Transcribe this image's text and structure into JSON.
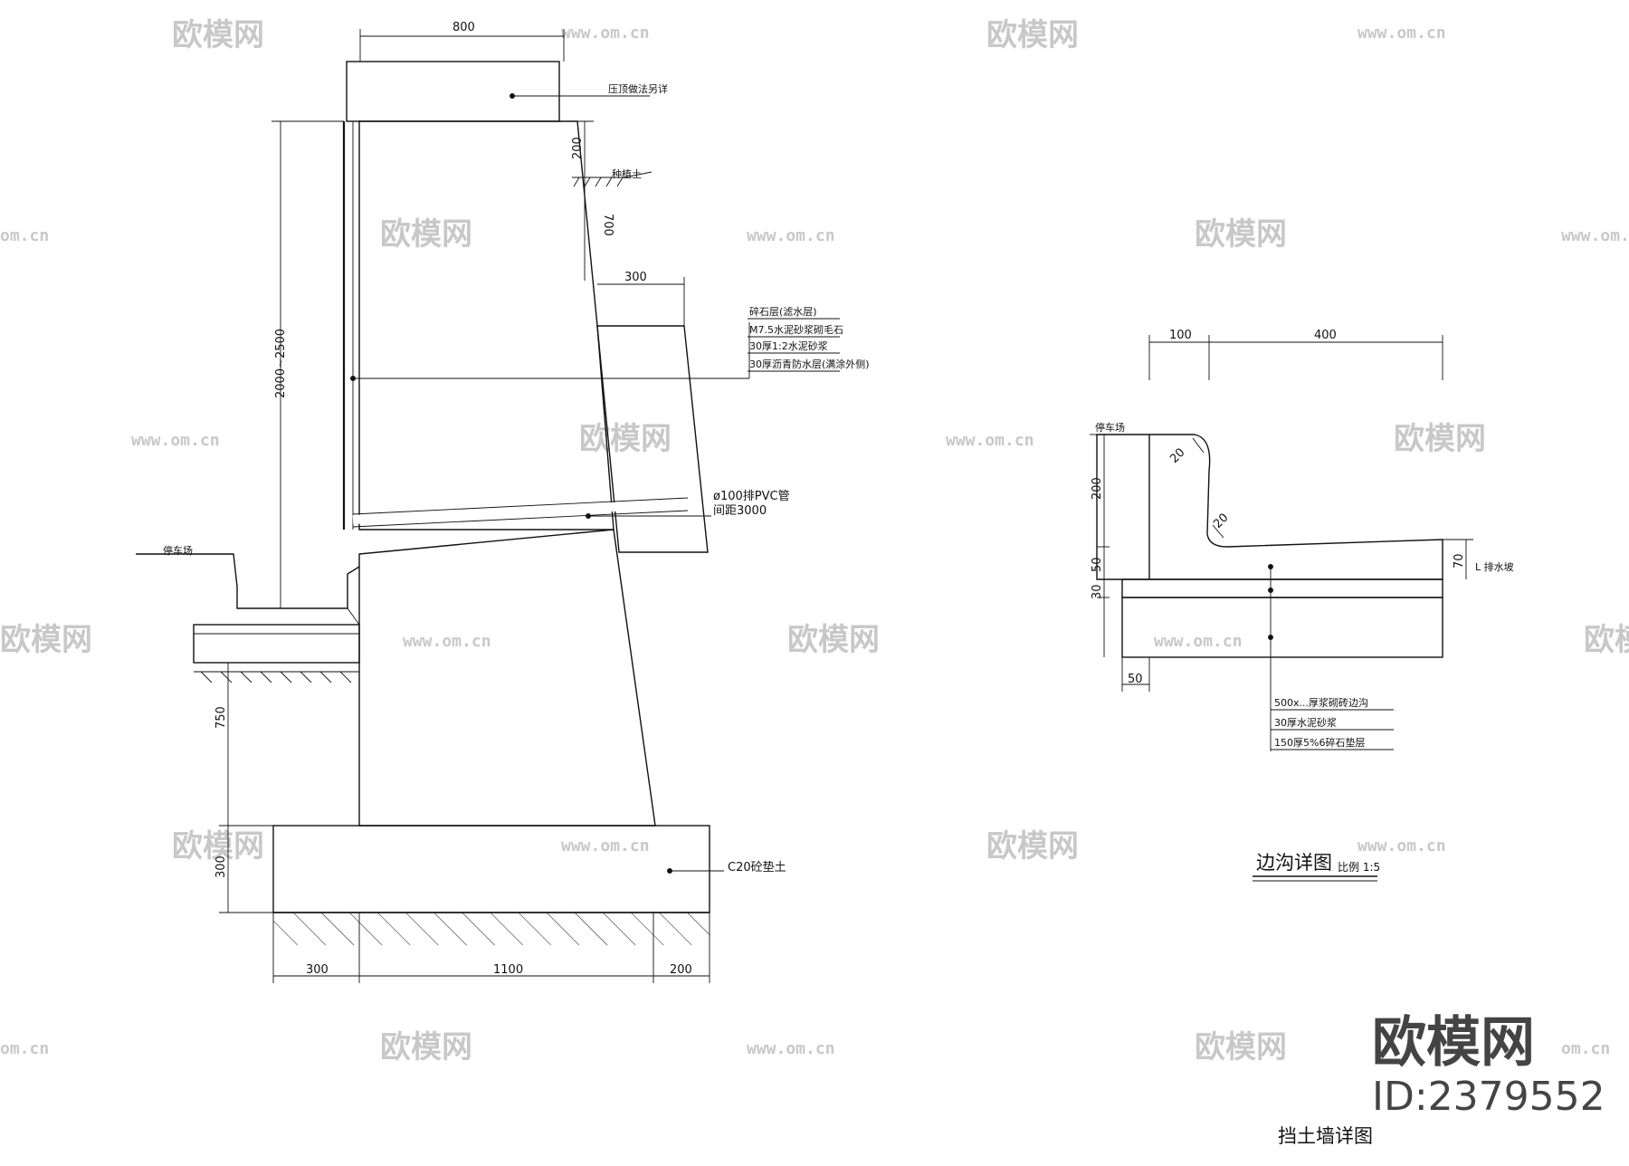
{
  "retaining_wall": {
    "title": "挡土墙详图",
    "dims": {
      "top_width": "800",
      "wall_height": "2000~2500",
      "top_200": "200",
      "drop_700": "700",
      "gravel_300": "300",
      "depth_750": "750",
      "base_300": "300",
      "bottom_300": "300",
      "bottom_1100": "1100",
      "bottom_200": "200"
    },
    "labels": {
      "top_cap": "压顶做法另详",
      "soil_line": "种植土",
      "parking": "停车场",
      "concrete": "C20砼垫土",
      "pipe_1": "ø100排PVC管",
      "pipe_2": "间距3000"
    },
    "layers": [
      "碎石层(滤水层)",
      "M7.5水泥砂浆砌毛石",
      "30厚1:2水泥砂浆",
      "30厚沥青防水层(满涂外侧)"
    ]
  },
  "gutter": {
    "title": "边沟详图",
    "scale": "比例 1:5",
    "dims": {
      "w100": "100",
      "w400": "400",
      "r20a": "20",
      "r20b": "20",
      "h200": "200",
      "h50": "50",
      "h30": "30",
      "h70": "70",
      "b50": "50"
    },
    "labels": {
      "left_top": "停车场",
      "slope": "L 排水坡"
    },
    "layers": [
      "500x...厚浆砌砖边沟",
      "30厚水泥砂浆",
      "150厚5%6碎石垫层"
    ]
  },
  "watermark": {
    "logo": "欧模网",
    "id": "ID:2379552",
    "faint": "欧模网",
    "url": "www.om.cn",
    "edge": "om.cn"
  }
}
